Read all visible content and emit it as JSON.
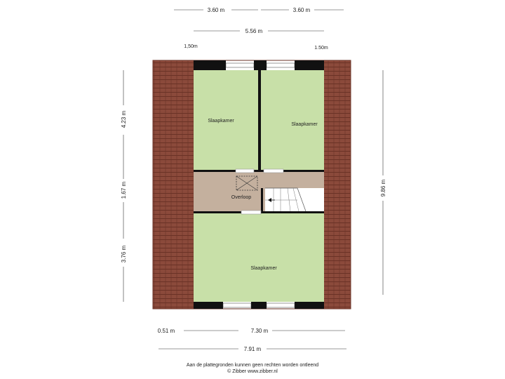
{
  "dimensions": {
    "top_left_width": "3.60 m",
    "top_right_width": "3.60 m",
    "top_inner_width": "5.56 m",
    "left_small": "1,50m",
    "right_small": "1.50m",
    "left_top": "4.23 m",
    "left_middle": "1.67 m",
    "left_bottom": "3.76 m",
    "right_total": "9.86 m",
    "bottom_left_offset": "0.51 m",
    "bottom_inner": "7.30 m",
    "bottom_total": "7.91 m"
  },
  "rooms": {
    "bedroom_top_left": "Slaapkamer",
    "bedroom_top_right": "Slaapkamer",
    "landing": "Overloop",
    "bedroom_bottom": "Slaapkamer"
  },
  "footer": {
    "line1": "Aan de plattegronden kunnen geen rechten worden ontleend",
    "line2": "© Zibber www.zibber.nl"
  },
  "colors": {
    "roof": "#8b4a3b",
    "roof_edge": "#6a3226",
    "room_fill": "#c8e0a8",
    "landing_fill": "#c4b09e",
    "wall": "#111111"
  }
}
